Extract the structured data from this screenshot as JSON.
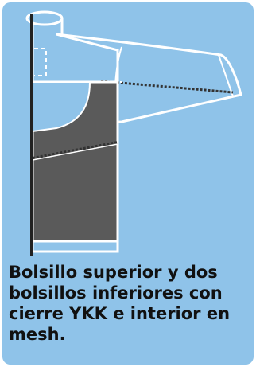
{
  "caption": {
    "lines": [
      "Bolsillo superior y dos",
      "bolsillos inferiores con",
      "cierre YKK e interior en",
      "mesh."
    ]
  },
  "colors": {
    "background": "#8fc3e9",
    "jacket_fill": "#5a5a5a",
    "outline": "#ffffff",
    "placket": "#222222",
    "text": "#111111"
  },
  "icons": {
    "illustration": "jacket-pockets-diagram-icon"
  }
}
